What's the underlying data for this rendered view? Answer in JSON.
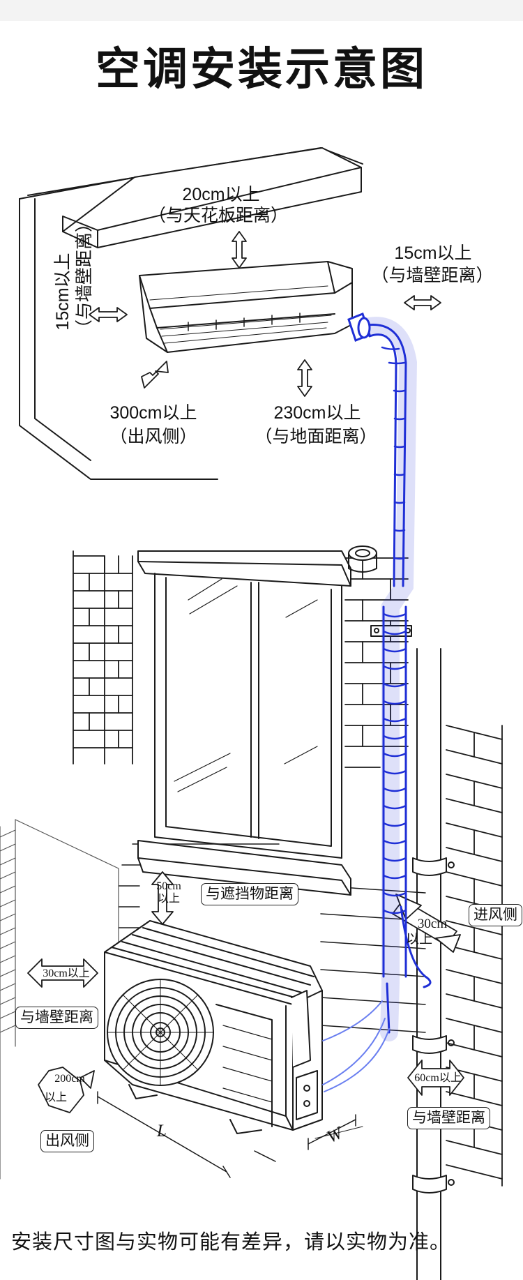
{
  "title": "空调安装示意图",
  "labels": {
    "ceiling": "20cm以上",
    "ceiling_sub": "（与天花板距离）",
    "wall_left": "15cm以上",
    "wall_left_sub": "（与墙壁距离）",
    "wall_right": "15cm以上",
    "wall_right_sub": "（与墙壁距离）",
    "front": "300cm以上",
    "front_sub": "（出风侧）",
    "floor": "230cm以上",
    "floor_sub": "（与地面距离）",
    "obstacle_value": "50cm",
    "obstacle_value_sub": "以上",
    "obstacle_box": "与遮挡物距离",
    "intake_value": "30cm",
    "intake_value_sub": "以上",
    "intake_box": "进风侧",
    "side_value": "30cm以上",
    "side_box": "与墙壁距离",
    "outlet_value": "200cm",
    "outlet_value_sub": "以上",
    "outlet_box": "出风侧",
    "back_value": "60cm以上",
    "back_box": "与墙壁距离",
    "dim_l": "L",
    "dim_w": "W"
  },
  "footer": "安装尺寸图与实物可能有差异，请以实物为准。",
  "colors": {
    "pipe": "#1f2fd6",
    "line": "#1a1a1a"
  }
}
